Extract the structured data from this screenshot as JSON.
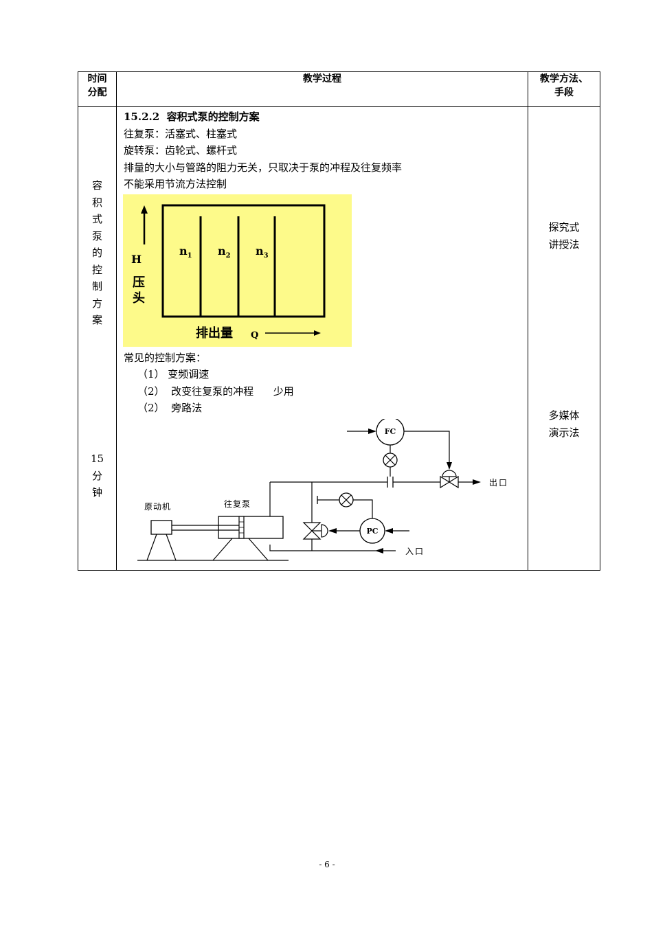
{
  "table": {
    "headers": {
      "time": "时间\n分配",
      "process": "教学过程",
      "method": "教学方法、\n手段"
    },
    "time_topic": "容\n积\n式\n泵\n的\n控\n制\n方\n案",
    "time_duration": "15\n分\n钟",
    "section_title": "15.2.2  容积式泵的控制方案",
    "lines": [
      "往复泵：活塞式、柱塞式",
      "旋转泵：齿轮式、螺杆式",
      "排量的大小与管路的阻力无关，只取决于泵的冲程及往复频率",
      "不能采用节流方法控制"
    ],
    "scheme_title": "常见的控制方案：",
    "schemes": [
      "（1） 变频调速",
      "（2）  改变往复泵的冲程      少用",
      "（2）  旁路法"
    ],
    "method_1": "探究式\n讲授法",
    "method_2": "多媒体\n演示法"
  },
  "figure1": {
    "background": "#fdfa8a",
    "curves": [
      {
        "label": "n",
        "sub": "1"
      },
      {
        "label": "n",
        "sub": "2"
      },
      {
        "label": "n",
        "sub": "3"
      }
    ],
    "ylabel_letter": "H",
    "ylabel_text": "压\n头",
    "xlabel": "排出量",
    "xlabel_letter": "Q"
  },
  "figure2": {
    "fc": "FC",
    "pc": "PC",
    "outlet": "出口",
    "inlet": "入口",
    "driver": "原动机",
    "pump": "往复泵"
  },
  "page_number": "- 6 -"
}
